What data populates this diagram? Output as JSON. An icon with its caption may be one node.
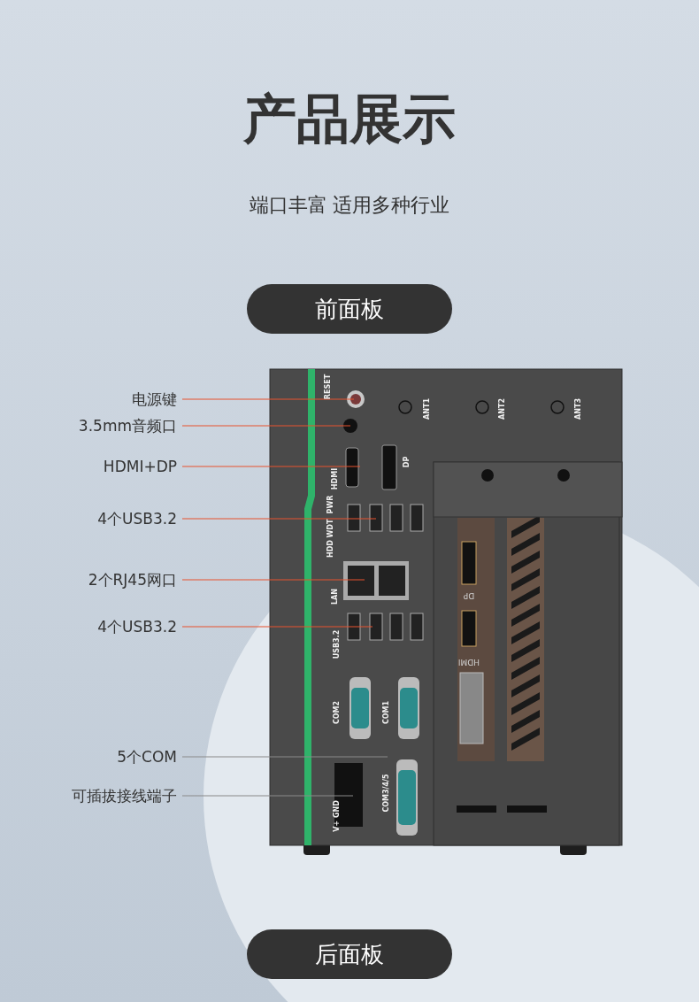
{
  "diagram": {
    "title": "产品展示",
    "nodes": [
      {
        "text": [
          "前面板"
        ]
      },
      {
        "text": [
          "电源键"
        ]
      },
      {
        "text": [
          "3.5mm音频口"
        ]
      },
      {
        "text": [
          "HDMI+DP"
        ]
      },
      {
        "text": [
          "4个USB3.2"
        ]
      },
      {
        "text": [
          "2个RJ45网口"
        ]
      },
      {
        "text": [
          "4个USB3.2"
        ]
      },
      {
        "text": [
          "5个COM"
        ]
      },
      {
        "text": [
          "可插拔接线端子"
        ]
      },
      {
        "text": [
          "后面板"
        ]
      }
    ],
    "edges": [
      {
        "from": 1,
        "to": null,
        "arrow": "none"
      },
      {
        "from": 2,
        "to": null,
        "arrow": "none"
      },
      {
        "from": 3,
        "to": null,
        "arrow": "none"
      },
      {
        "from": 4,
        "to": null,
        "arrow": "none"
      },
      {
        "from": 5,
        "to": null,
        "arrow": "none"
      },
      {
        "from": 6,
        "to": null,
        "arrow": "none"
      },
      {
        "from": 7,
        "to": null,
        "arrow": "none",
        "color": "#8a8a8a"
      },
      {
        "from": 8,
        "to": null,
        "arrow": "none",
        "color": "#8a8a8a"
      }
    ],
    "labels": [
      "端口丰富 适用多种行业",
      "RESET",
      "ANT1",
      "ANT2",
      "ANT3",
      "HDMI",
      "DP",
      "PWR",
      "WDT",
      "HDD",
      "LAN",
      "DP",
      "USB3.2",
      "HDMI",
      "COM2",
      "COM1",
      "V+ GND",
      "COM3/4/5"
    ]
  }
}
